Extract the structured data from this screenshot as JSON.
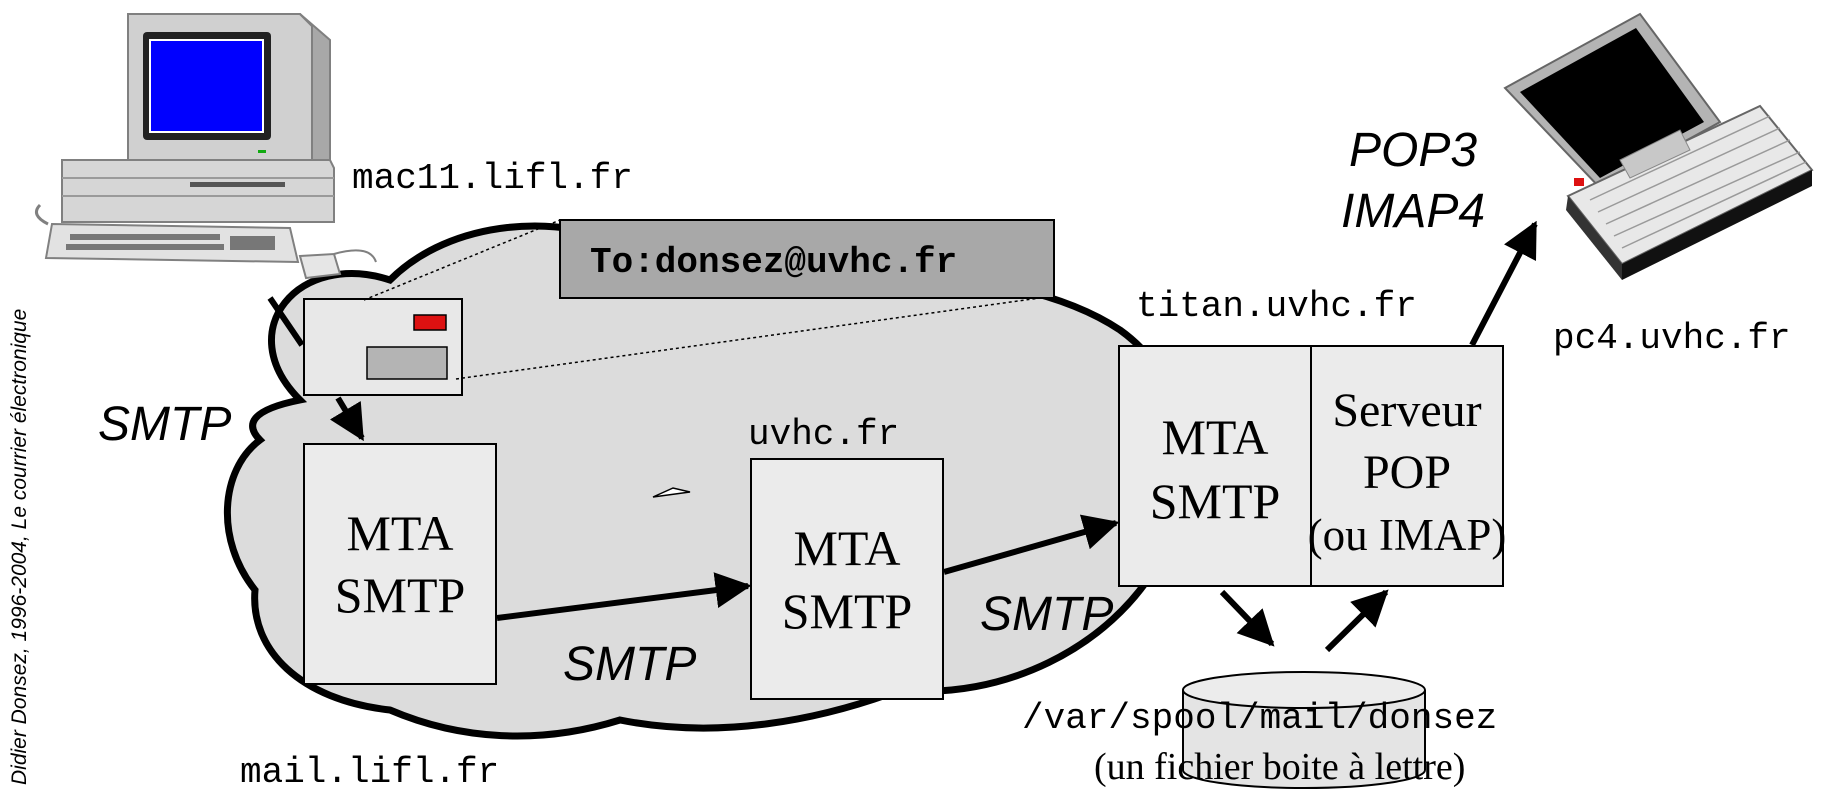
{
  "side_credit": "Didier Donsez, 1996-2004, Le courrier électronique",
  "hosts": {
    "client": "mac11.lifl.fr",
    "relay1": "mail.lifl.fr",
    "relay2": "uvhc.fr",
    "server": "titan.uvhc.fr",
    "reader": "pc4.uvhc.fr"
  },
  "envelope": {
    "header": "To:donsez@uvhc.fr"
  },
  "boxes": {
    "mta1": [
      "MTA",
      "SMTP"
    ],
    "mta2": [
      "MTA",
      "SMTP"
    ],
    "mta3": [
      "MTA",
      "SMTP"
    ],
    "pop_server": [
      "Serveur",
      "POP",
      "(ou IMAP)"
    ]
  },
  "protocols": {
    "client_to_mta1": "SMTP",
    "mta1_to_mta2": "SMTP",
    "mta2_to_mta3": "SMTP",
    "retrieval": [
      "POP3",
      "IMAP4"
    ]
  },
  "mailbox": {
    "path": "/var/spool/mail/donsez",
    "caption": "(un fichier boite à lettre)"
  },
  "colors": {
    "cloud_fill": "#dcdcdc",
    "box_fill": "#ebebeb",
    "envelope_header_fill": "#a8a8a8",
    "screen_blue": "#0000ff",
    "stamp_red": "#dd1111"
  }
}
